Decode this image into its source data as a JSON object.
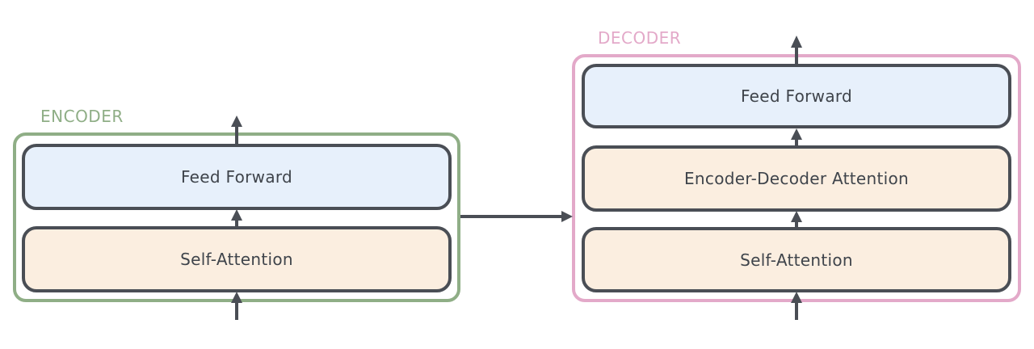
{
  "colors": {
    "encoder_accent": "#8fae86",
    "decoder_accent": "#e3a9c9",
    "feed_forward_fill": "#e7f0fb",
    "attention_fill": "#fbeee0",
    "layer_border": "#4a4e55",
    "arrow": "#4a4e55"
  },
  "encoder": {
    "label": "ENCODER",
    "layers": {
      "feed_forward": "Feed Forward",
      "self_attention": "Self-Attention"
    }
  },
  "decoder": {
    "label": "DECODER",
    "layers": {
      "feed_forward": "Feed Forward",
      "encoder_decoder_attention": "Encoder-Decoder Attention",
      "self_attention": "Self-Attention"
    }
  }
}
